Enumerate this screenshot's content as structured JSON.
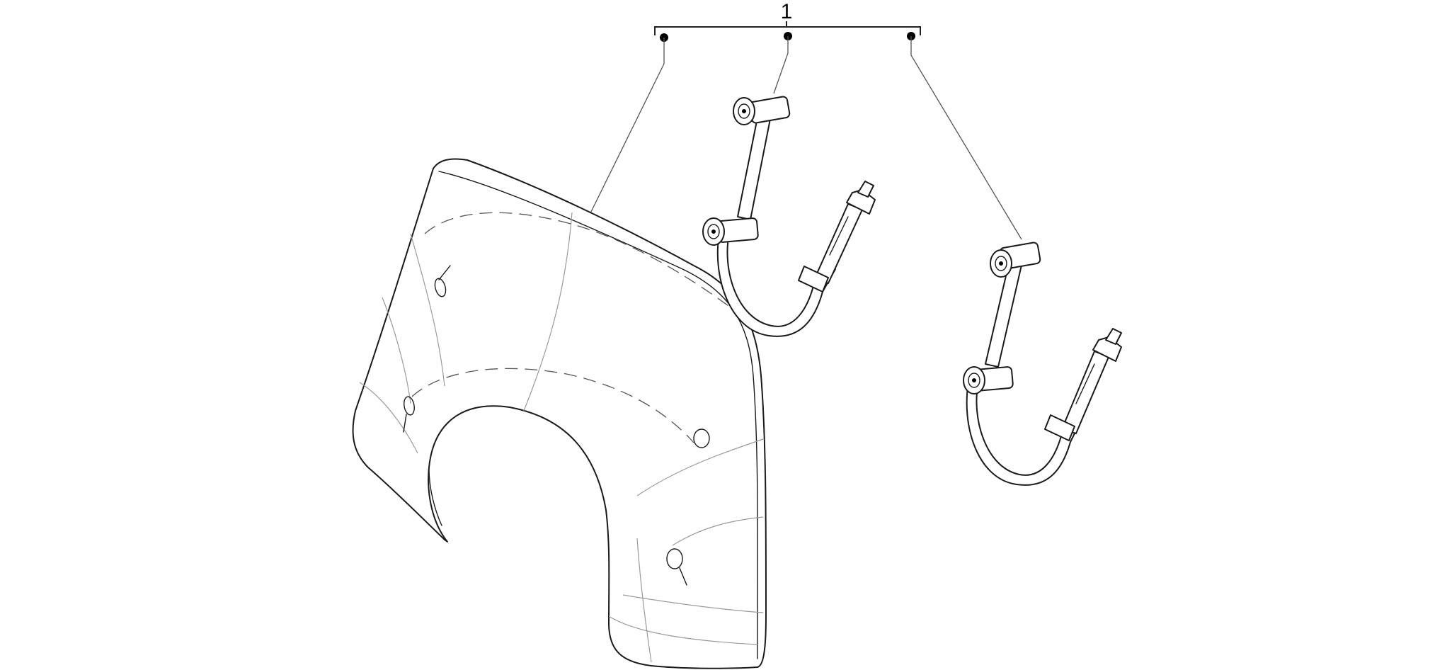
{
  "diagram": {
    "callout": {
      "number": "1",
      "targets": [
        "windshield",
        "support-bracket-left",
        "support-bracket-right"
      ]
    },
    "colors": {
      "line": "#1a1a1a",
      "leader": "#555555",
      "background": "#ffffff"
    }
  }
}
